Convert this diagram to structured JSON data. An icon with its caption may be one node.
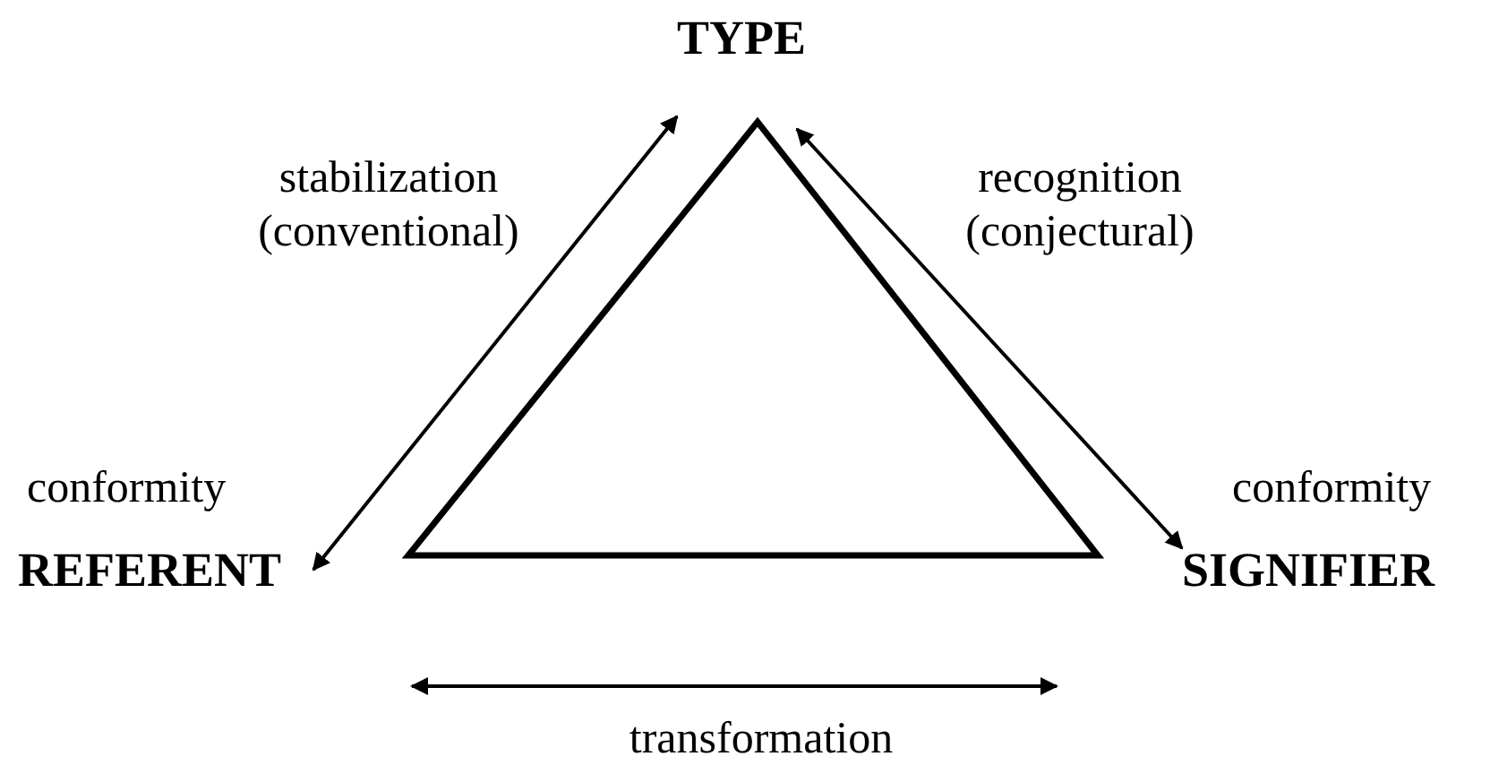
{
  "diagram": {
    "nodes": [
      {
        "text": [
          "TYPE"
        ]
      },
      {
        "text": [
          "REFERENT"
        ]
      },
      {
        "text": [
          "SIGNIFIER"
        ]
      }
    ],
    "edges": [
      {
        "from": 1,
        "to": 0,
        "arrow": "both",
        "label": "stabilization (conventional)"
      },
      {
        "from": 0,
        "to": 2,
        "arrow": "both",
        "label": "recognition (conjectural)"
      },
      {
        "from": 1,
        "to": 2,
        "arrow": "both",
        "label": "transformation"
      }
    ],
    "labels": [
      "conformity",
      "conformity"
    ]
  }
}
